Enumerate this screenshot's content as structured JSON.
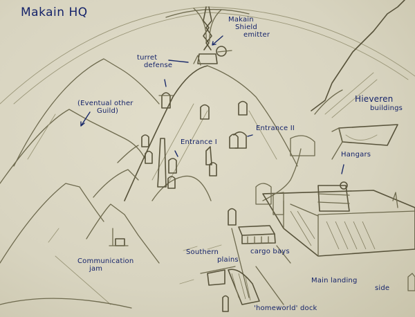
{
  "title": "Makain HQ",
  "colors": {
    "paper": "#dcd8c4",
    "pencil": "#6e6a4e",
    "ink": "#15236a"
  },
  "labels": {
    "shield_emitter": [
      "Makain",
      "Shield",
      "emitter"
    ],
    "turret_defense": [
      "turret",
      "defense"
    ],
    "other_guild": [
      "(Eventual other",
      "Guild)"
    ],
    "entrance_1": "Entrance I",
    "entrance_2": "Entrance II",
    "hieveren_buildings": [
      "Hieveren",
      "buildings"
    ],
    "hangars": "Hangars",
    "communication_jam": [
      "Communication",
      "jam"
    ],
    "southern_plains": [
      "Southern",
      "plains"
    ],
    "cargo_bays": "cargo bays",
    "main_landing_site": [
      "Main landing",
      "side"
    ],
    "homeworld_dock": "'homeworld' dock"
  }
}
